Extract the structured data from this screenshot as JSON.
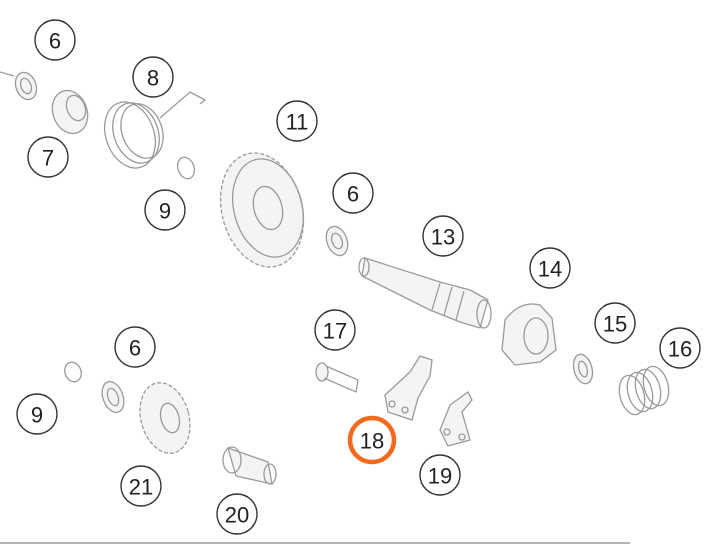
{
  "diagram": {
    "callouts": [
      "6",
      "8",
      "7",
      "9",
      "11",
      "6",
      "13",
      "14",
      "15",
      "16",
      "17",
      "6",
      "9",
      "18",
      "19",
      "21",
      "20"
    ],
    "highlighted_callout": "18",
    "highlight_color": "#f26a1b"
  }
}
